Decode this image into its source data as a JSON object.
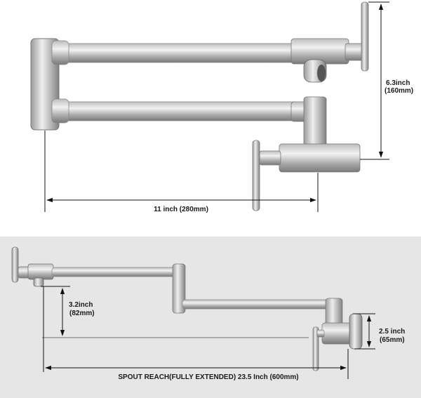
{
  "top_panel": {
    "height_label_line1": "6.3inch",
    "height_label_line2": "(160mm)",
    "width_label": "11 inch (280mm)"
  },
  "bottom_panel": {
    "drop_label_line1": "3.2inch",
    "drop_label_line2": "(82mm)",
    "offset_label_line1": "2.5 inch",
    "offset_label_line2": "(65mm)",
    "reach_label": "SPOUT REACH(FULLY EXTENDED) 23.5 Inch (600mm)"
  },
  "colors": {
    "bottom_background": "#e6e6e6",
    "steel_light": "#dcdcdc",
    "steel_dark": "#8a8a8a",
    "dimension_line": "#111111"
  }
}
